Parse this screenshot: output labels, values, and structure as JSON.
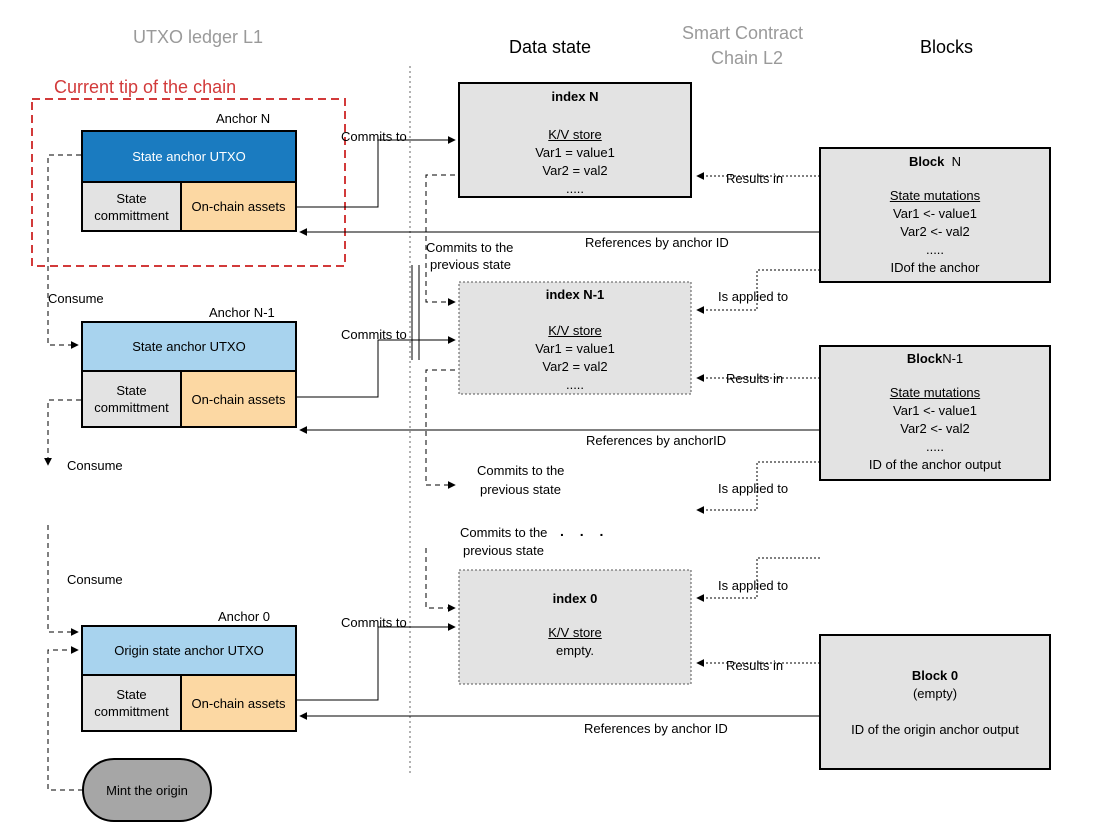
{
  "headers": {
    "utxo_ledger": "UTXO ledger L1",
    "data_state": "Data state",
    "smart_contract_line1": "Smart Contract",
    "smart_contract_line2": "Chain L2",
    "blocks": "Blocks"
  },
  "tip_label": "Current tip of the chain",
  "anchors": [
    {
      "title": "Anchor N",
      "utxo": "State anchor UTXO",
      "commitment": "State committment",
      "assets": "On-chain assets"
    },
    {
      "title": "Anchor N-1",
      "utxo": "State anchor UTXO",
      "commitment": "State committment",
      "assets": "On-chain assets"
    },
    {
      "title": "Anchor 0",
      "utxo": "Origin state anchor UTXO",
      "commitment": "State committment",
      "assets": "On-chain assets"
    }
  ],
  "mint_origin": "Mint the origin",
  "consume_labels": [
    "Consume",
    "Consume",
    "Consume"
  ],
  "commits_to": [
    "Commits to",
    "Commits to",
    "Commits to"
  ],
  "commits_prev": [
    "Commits to the",
    "previous state",
    "Commits to the",
    "previous state",
    "Commits to the",
    "previous state"
  ],
  "ellipsis": ". . .",
  "states": [
    {
      "index_title": "index N",
      "kv": "K/V store",
      "lines": [
        "Var1 = value1",
        "Var2 = val2",
        "....."
      ]
    },
    {
      "index_title": "index N-1",
      "kv": "K/V store",
      "lines": [
        "Var1 = value1",
        "Var2 = val2",
        "....."
      ]
    },
    {
      "index_title": "index 0",
      "kv": "K/V store",
      "lines": [
        "empty."
      ]
    }
  ],
  "blocks": [
    {
      "title_bold": "Block",
      "title_rest": "  N",
      "mutations": "State mutations",
      "lines": [
        "Var1 <- value1",
        "Var2 <- val2",
        ".....",
        "IDof the anchor"
      ]
    },
    {
      "title_bold": "Block",
      "title_rest": "N-1",
      "mutations": "State mutations",
      "lines": [
        "Var1 <- value1",
        "Var2 <- val2",
        ".....",
        "ID of the anchor output"
      ]
    },
    {
      "title_bold": "Block 0",
      "title_rest": "(empty)",
      "mutations": "",
      "lines": [
        "ID of the origin anchor output"
      ]
    }
  ],
  "results_in": [
    "Results in",
    "Results in",
    "Results in"
  ],
  "is_applied_to": [
    "Is applied to",
    "Is applied to",
    "Is applied to"
  ],
  "references": [
    "References by anchor ID",
    "References by anchorID",
    "References by anchor ID"
  ],
  "colors": {
    "tip_dashed": "#d23a3a",
    "anchor_dark": "#1a7bc0",
    "anchor_light": "#a8d3ee",
    "commitment_gray": "#e3e3e3",
    "assets_orange": "#fcd8a3",
    "state_box": "#e3e3e3",
    "mint_pill": "#a6a6a6"
  }
}
